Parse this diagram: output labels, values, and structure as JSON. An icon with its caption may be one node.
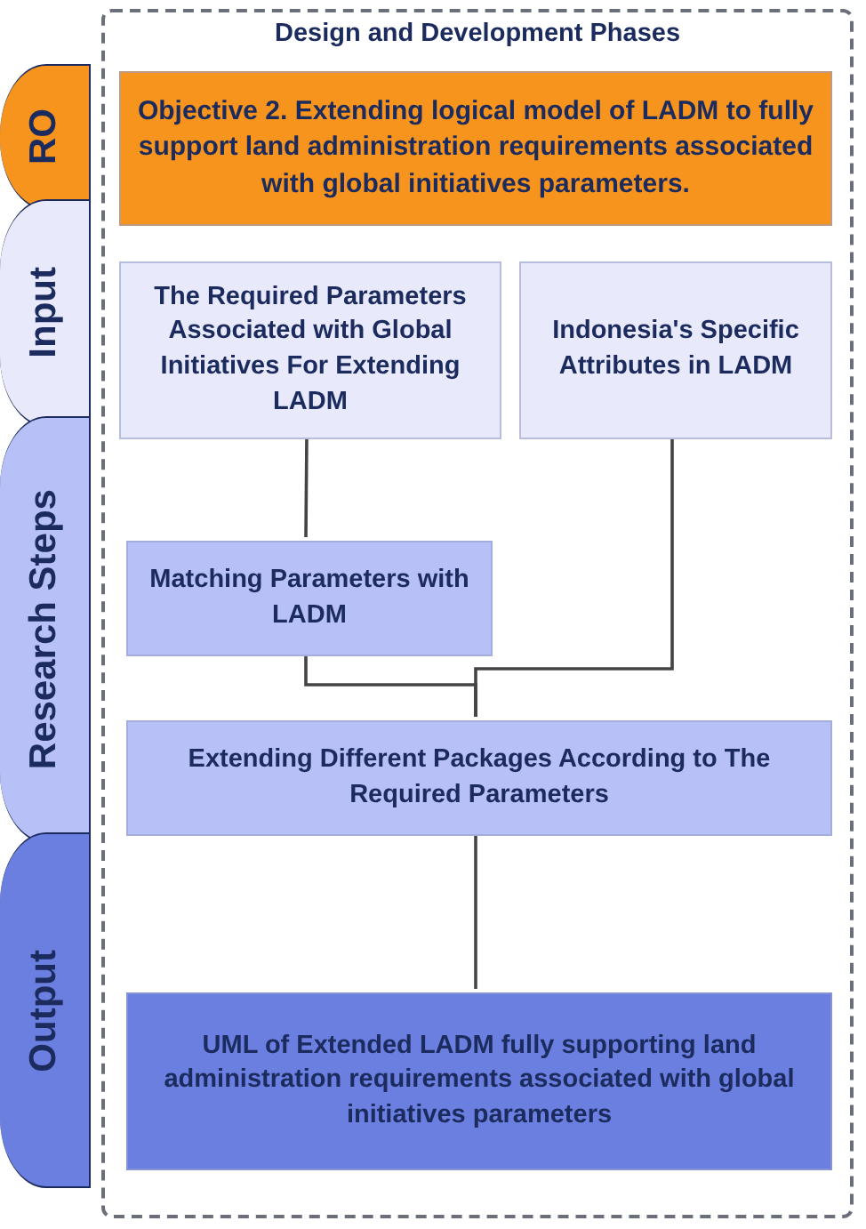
{
  "diagram": {
    "nodes": [
      {
        "text": [
          "Design and Development Phases"
        ]
      },
      {
        "text": [
          "RO"
        ]
      },
      {
        "text": [
          "Input"
        ]
      },
      {
        "text": [
          "Research Steps"
        ]
      },
      {
        "text": [
          "Output"
        ]
      },
      {
        "text": [
          "Objective 2. Extending logical model of LADM to fully support land administration requirements associated with global initiatives parameters."
        ],
        "in": 0
      },
      {
        "text": [
          "The Required Parameters Associated with Global Initiatives For Extending LADM"
        ],
        "in": 0
      },
      {
        "text": [
          "Indonesia's Specific Attributes in LADM"
        ],
        "in": 0
      },
      {
        "text": [
          "Matching Parameters with LADM"
        ],
        "in": 0
      },
      {
        "text": [
          "Extending Different Packages According to The Required Parameters"
        ],
        "in": 0
      },
      {
        "text": [
          "UML of Extended LADM fully supporting land administration requirements associated with global initiatives parameters"
        ],
        "in": 0
      }
    ],
    "edges": [
      {
        "from": 6,
        "to": 8,
        "arrow": "none"
      },
      {
        "from": 8,
        "to": 9,
        "arrow": "none"
      },
      {
        "from": 7,
        "to": 9,
        "arrow": "none"
      },
      {
        "from": 9,
        "to": 10,
        "arrow": "none"
      }
    ]
  }
}
